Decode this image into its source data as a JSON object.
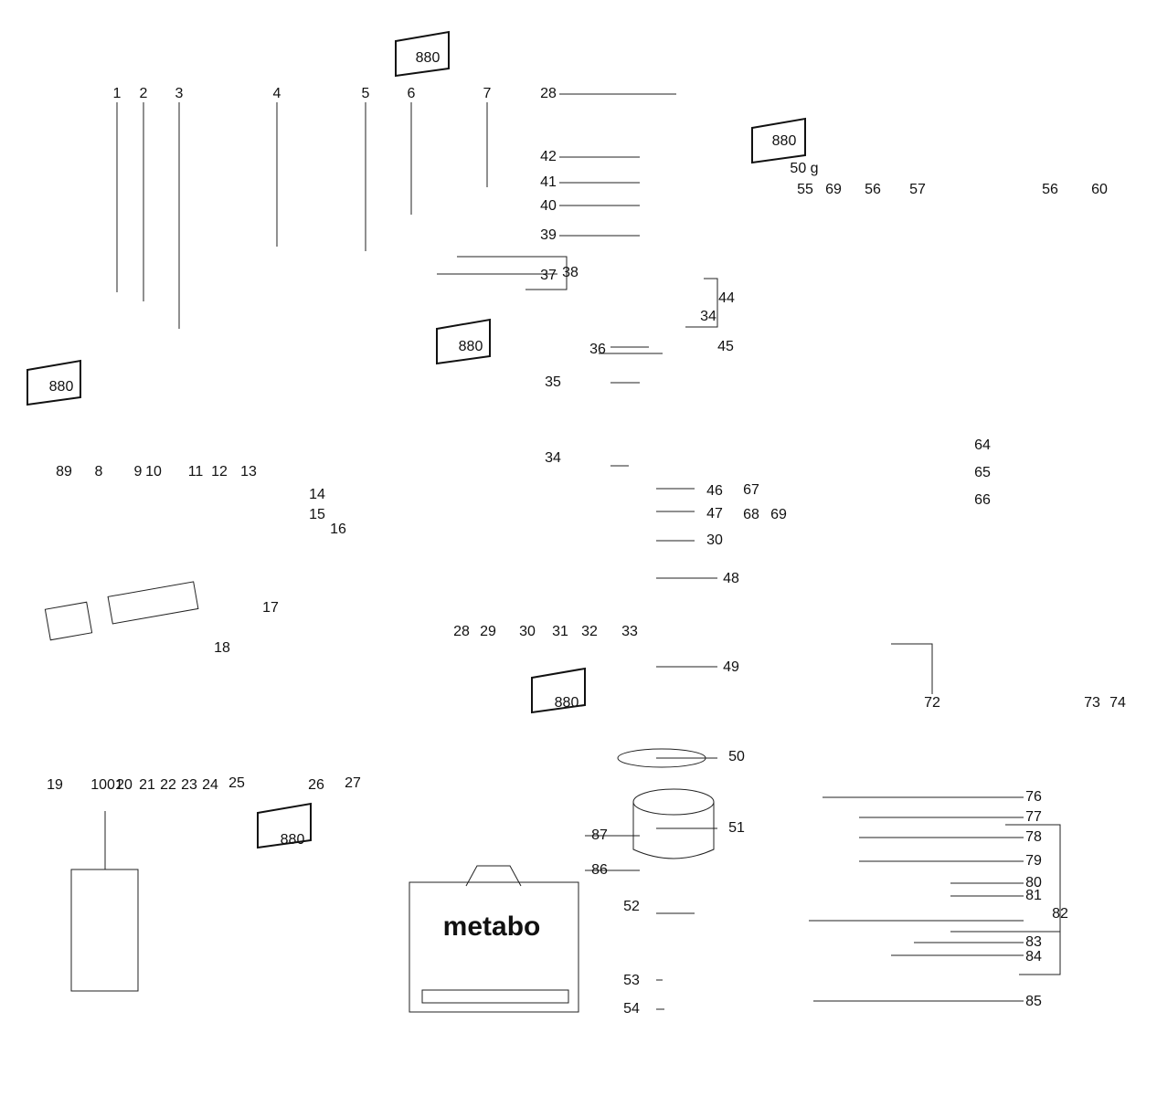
{
  "diagram": {
    "title": "Exploded parts diagram",
    "brand": "metabo",
    "grease_tube_label": "880",
    "grease_amount": "50 g",
    "part_numbers": [
      "1",
      "2",
      "3",
      "4",
      "5",
      "6",
      "7",
      "8",
      "9",
      "10",
      "11",
      "12",
      "13",
      "14",
      "15",
      "16",
      "17",
      "18",
      "19",
      "20",
      "21",
      "22",
      "23",
      "24",
      "25",
      "26",
      "27",
      "28",
      "29",
      "30",
      "31",
      "32",
      "33",
      "34",
      "35",
      "36",
      "37",
      "38",
      "39",
      "40",
      "41",
      "42",
      "44",
      "45",
      "46",
      "47",
      "48",
      "49",
      "50",
      "51",
      "52",
      "53",
      "54",
      "55",
      "56",
      "57",
      "60",
      "64",
      "65",
      "66",
      "67",
      "68",
      "69",
      "72",
      "73",
      "74",
      "76",
      "77",
      "78",
      "79",
      "80",
      "81",
      "82",
      "83",
      "84",
      "85",
      "86",
      "87",
      "89",
      "1001"
    ],
    "labels": {
      "p1": "1",
      "p2": "2",
      "p3": "3",
      "p4": "4",
      "p5": "5",
      "p6": "6",
      "p7": "7",
      "p8": "8",
      "p9": "9",
      "p10": "10",
      "p11": "11",
      "p12": "12",
      "p13": "13",
      "p14": "14",
      "p15": "15",
      "p16": "16",
      "p17": "17",
      "p18": "18",
      "p19": "19",
      "p20": "20",
      "p21": "21",
      "p22": "22",
      "p23": "23",
      "p24": "24",
      "p25": "25",
      "p26": "26",
      "p27": "27",
      "p28a": "28",
      "p28b": "28",
      "p29": "29",
      "p30a": "30",
      "p30b": "30",
      "p31": "31",
      "p32": "32",
      "p33": "33",
      "p34a": "34",
      "p34b": "34",
      "p35": "35",
      "p36": "36",
      "p37": "37",
      "p38": "38",
      "p39": "39",
      "p40": "40",
      "p41": "41",
      "p42": "42",
      "p44": "44",
      "p45": "45",
      "p46": "46",
      "p47": "47",
      "p48": "48",
      "p49": "49",
      "p50": "50",
      "p51": "51",
      "p52": "52",
      "p53": "53",
      "p54": "54",
      "p55": "55",
      "p56a": "56",
      "p56b": "56",
      "p57": "57",
      "p60": "60",
      "p64": "64",
      "p65": "65",
      "p66": "66",
      "p67": "67",
      "p68": "68",
      "p69a": "69",
      "p69b": "69",
      "p72": "72",
      "p73": "73",
      "p74": "74",
      "p76": "76",
      "p77": "77",
      "p78": "78",
      "p79": "79",
      "p80": "80",
      "p81": "81",
      "p82": "82",
      "p83": "83",
      "p84": "84",
      "p85": "85",
      "p86": "86",
      "p87": "87",
      "p89": "89",
      "p1001": "1001"
    }
  }
}
